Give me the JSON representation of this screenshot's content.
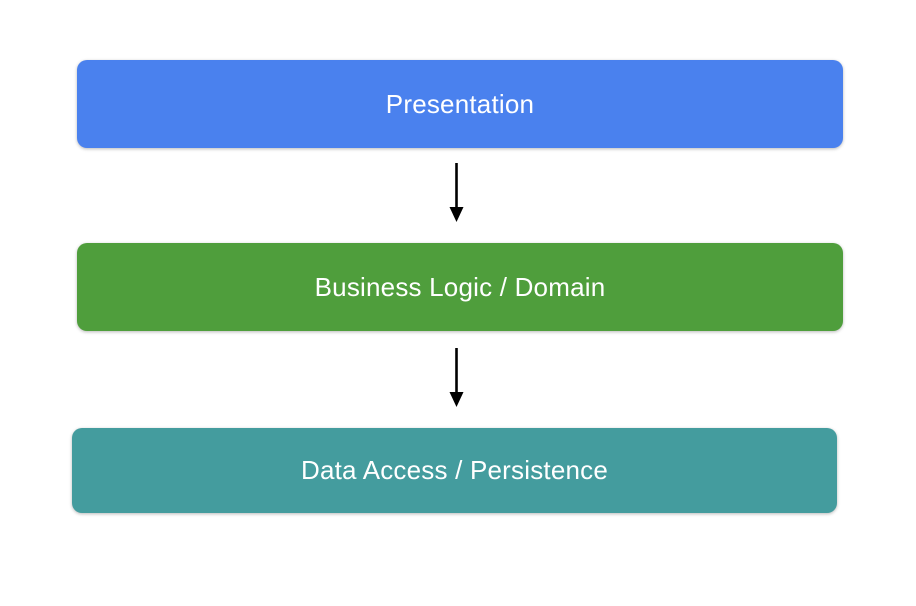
{
  "diagram": {
    "type": "layered-architecture",
    "background": "#ffffff",
    "text_color": "#ffffff",
    "arrow_color": "#000000",
    "layers": [
      {
        "id": "presentation",
        "label": "Presentation",
        "color": "#4a81ee"
      },
      {
        "id": "business-logic",
        "label": "Business Logic / Domain",
        "color": "#4f9e3c"
      },
      {
        "id": "data-access",
        "label": "Data Access / Persistence",
        "color": "#449c9e"
      }
    ],
    "arrows": [
      {
        "from": "presentation",
        "to": "business-logic"
      },
      {
        "from": "business-logic",
        "to": "data-access"
      }
    ]
  }
}
